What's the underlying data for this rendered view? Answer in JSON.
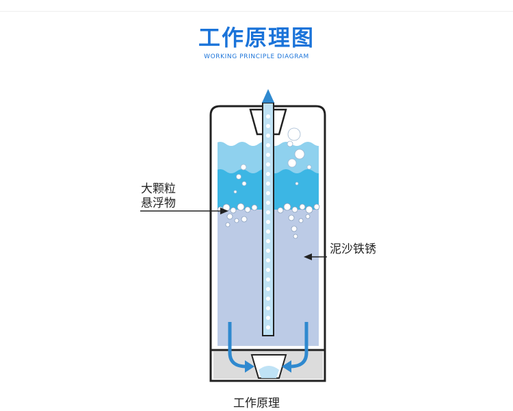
{
  "header": {
    "title": "工作原理图",
    "subtitle": "WORKING PRINCIPLE DIAGRAM"
  },
  "labels": {
    "large_particles_line1": "大颗粒",
    "large_particles_line2": "悬浮物",
    "sand_rust": "泥沙铁锈"
  },
  "caption": "工作原理",
  "colors": {
    "brand_blue": "#1a73d9",
    "water_light": "#8fd1ee",
    "water_dark": "#3cb6e4",
    "sediment": "#bccbe6",
    "flow_arrow": "#2f89cf"
  }
}
